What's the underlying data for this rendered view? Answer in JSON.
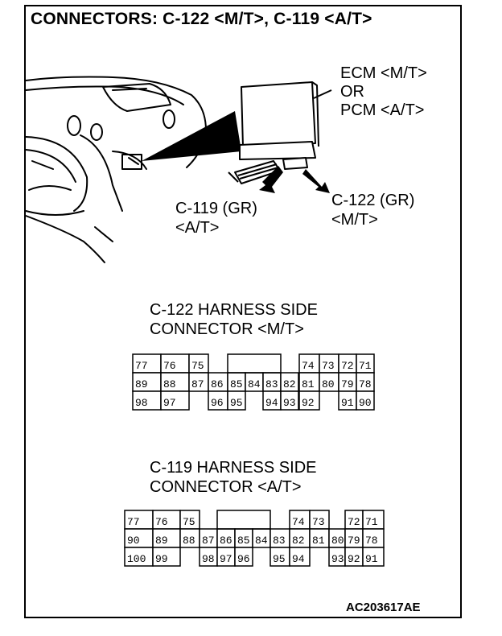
{
  "title": "CONNECTORS: C-122 <M/T>, C-119 <A/T>",
  "ecm_label": [
    "ECM <M/T>",
    "OR",
    "PCM <A/T>"
  ],
  "callout_c119": [
    "C-119 (GR)",
    "<A/T>"
  ],
  "callout_c122": [
    "C-122 (GR)",
    "<M/T>"
  ],
  "connector_c122": {
    "title": [
      "C-122 HARNESS SIDE",
      "CONNECTOR <M/T>"
    ],
    "rows": [
      [
        "77",
        "76",
        "75",
        "",
        "",
        "",
        "",
        "",
        "74",
        "73",
        "72",
        "71"
      ],
      [
        "89",
        "88",
        "87",
        "86",
        "85",
        "84",
        "83",
        "82",
        "81",
        "80",
        "79",
        "78"
      ],
      [
        "98",
        "97",
        "",
        "96",
        "95",
        "",
        "94",
        "93",
        "92",
        "",
        "91",
        "90"
      ]
    ]
  },
  "connector_c119": {
    "title": [
      "C-119 HARNESS SIDE",
      "CONNECTOR <A/T>"
    ],
    "rows": [
      [
        "77",
        "76",
        "75",
        "",
        "",
        "",
        "",
        "",
        "74",
        "73",
        "",
        "72",
        "71"
      ],
      [
        "90",
        "89",
        "88",
        "87",
        "86",
        "85",
        "84",
        "83",
        "82",
        "81",
        "80",
        "79",
        "78"
      ],
      [
        "100",
        "99",
        "",
        "98",
        "97",
        "96",
        "",
        "95",
        "94",
        "",
        "93",
        "92",
        "91"
      ]
    ]
  },
  "figure_code": "AC203617AE"
}
